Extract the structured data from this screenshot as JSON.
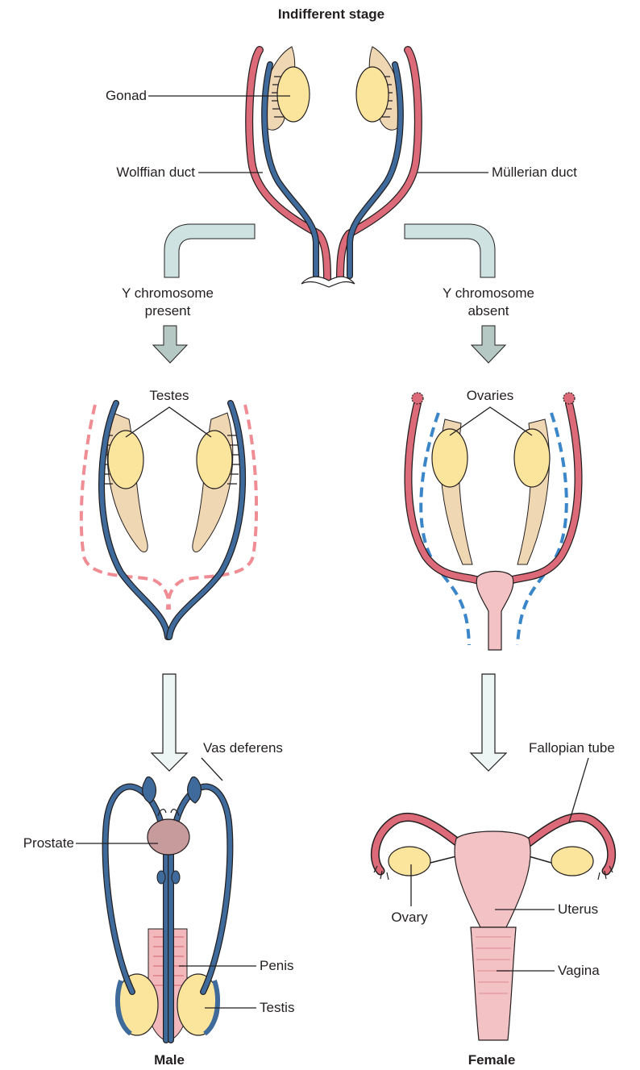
{
  "title": "Indifferent stage",
  "indifferent": {
    "gonad": "Gonad",
    "wolffian": "Wolffian duct",
    "mullerian": "Müllerian duct"
  },
  "branches": {
    "left": [
      "Y chromosome",
      "present"
    ],
    "right": [
      "Y chromosome",
      "absent"
    ]
  },
  "mid": {
    "testes": "Testes",
    "ovaries": "Ovaries"
  },
  "male": {
    "vas_deferens": "Vas deferens",
    "prostate": "Prostate",
    "penis": "Penis",
    "testis": "Testis",
    "caption": "Male"
  },
  "female": {
    "fallopian": "Fallopian tube",
    "ovary": "Ovary",
    "uterus": "Uterus",
    "vagina": "Vagina",
    "caption": "Female"
  },
  "colors": {
    "wolffian_blue": "#3f6b9c",
    "mullerian_red": "#dd6a78",
    "gonad_yellow": "#fbe59c",
    "tan": "#f0d7b4",
    "pink_organ": "#f3c2c4",
    "arrow_fill": "#cfe2e2",
    "arrow_dark": "#b5c8c4",
    "prostate": "#c79a9c"
  }
}
